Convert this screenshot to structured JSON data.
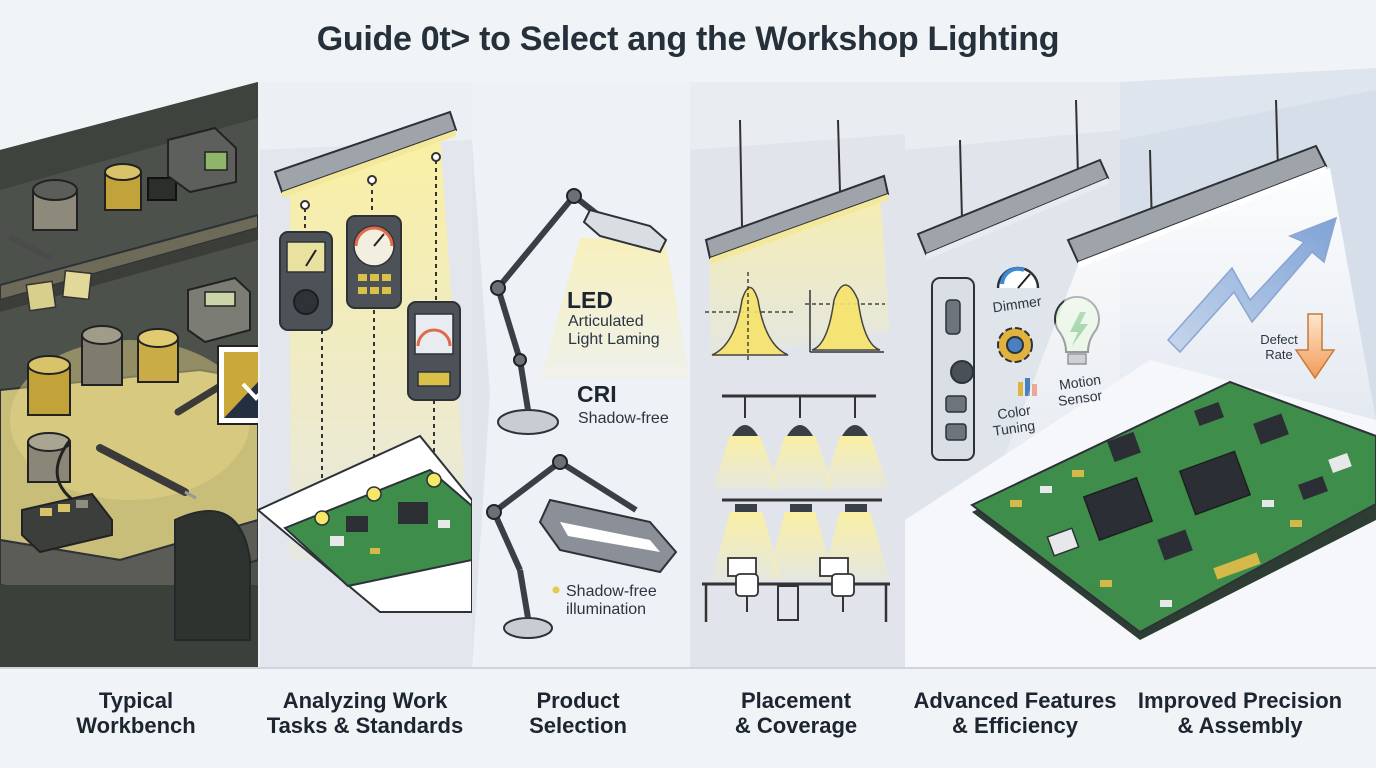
{
  "title": "Guide 0t> to Select ang the Workshop Lighting",
  "stages": [
    {
      "caption_line1": "Typical",
      "caption_line2": "Workbench"
    },
    {
      "caption_line1": "Analyzing Work",
      "caption_line2": "Tasks & Standards"
    },
    {
      "caption_line1": "Product",
      "caption_line2": "Selection"
    },
    {
      "caption_line1": "Placement",
      "caption_line2": "& Coverage"
    },
    {
      "caption_line1": "Advanced Features",
      "caption_line2": "& Efficiency"
    },
    {
      "caption_line1": "Improved Precision",
      "caption_line2": "& Assembly"
    }
  ],
  "product": {
    "led_heading": "LED",
    "led_line1": "Articulated",
    "led_line2": "Light Laming",
    "cri_heading": "CRI",
    "cri_text": "Shadow-free",
    "bullet_line1": "Shadow-free",
    "bullet_line2": "illumination"
  },
  "features": {
    "dimmer": "Dimmer",
    "color_line1": "Color",
    "color_line2": "Tuning",
    "motion_line1": "Motion",
    "motion_line2": "Sensor"
  },
  "result": {
    "defect_line1": "Defect",
    "defect_line2": "Rate"
  },
  "colors": {
    "accent_yellow": "#f2dc6e",
    "pcb_green": "#3f8d4a",
    "dark_panel": "#4a4e49",
    "outline": "#2d3238",
    "arrow_blue": "#9db8de",
    "arrow_orange": "#f0a868"
  }
}
